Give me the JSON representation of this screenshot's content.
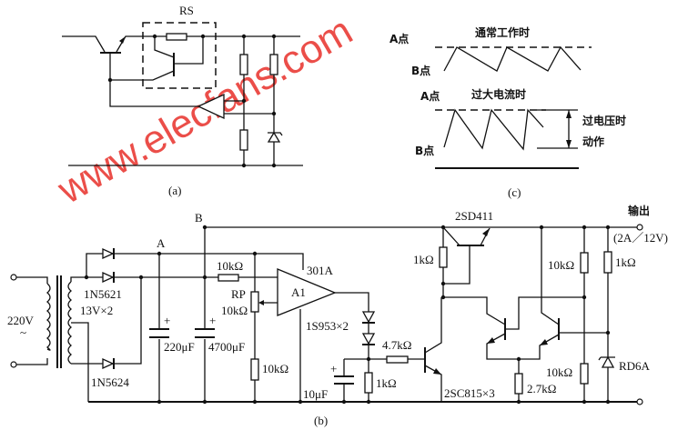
{
  "diagram_a": {
    "caption": "(a)",
    "rs_label": "RS"
  },
  "diagram_c": {
    "caption": "(c)",
    "normal": {
      "a_point": "A点",
      "b_point": "B点",
      "title": "通常工作时"
    },
    "overcurrent": {
      "a_point": "A点",
      "b_point": "B点",
      "title": "过大电流时"
    },
    "overvoltage_line1": "过电压时",
    "overvoltage_line2": "动作"
  },
  "diagram_b": {
    "caption": "(b)",
    "node_a": "A",
    "node_b": "B",
    "input_voltage": "220V",
    "diode_top": "1N5621",
    "transformer_secondary": "13V×2",
    "diode_bottom": "1N5624",
    "cap1": "220μF",
    "cap2": "4700μF",
    "res_input": "10kΩ",
    "rp_label": "RP",
    "rp_value": "10kΩ",
    "res_divider": "10kΩ",
    "opamp_model": "301A",
    "opamp_name": "A1",
    "diodes": "1S953×2",
    "cap3": "10μF",
    "res_base": "4.7kΩ",
    "res_1k_low": "1kΩ",
    "pass_transistor": "2SD411",
    "res_1k_top": "1kΩ",
    "transistors": "2SC815×3",
    "res_emitter": "2.7kΩ",
    "res_10k_upper": "10kΩ",
    "res_10k_lower": "10kΩ",
    "res_1k_out": "1kΩ",
    "zener": "RD6A",
    "output_label": "输出",
    "output_rating": "(2A／12V)"
  },
  "watermark": "www.elecfans.com"
}
